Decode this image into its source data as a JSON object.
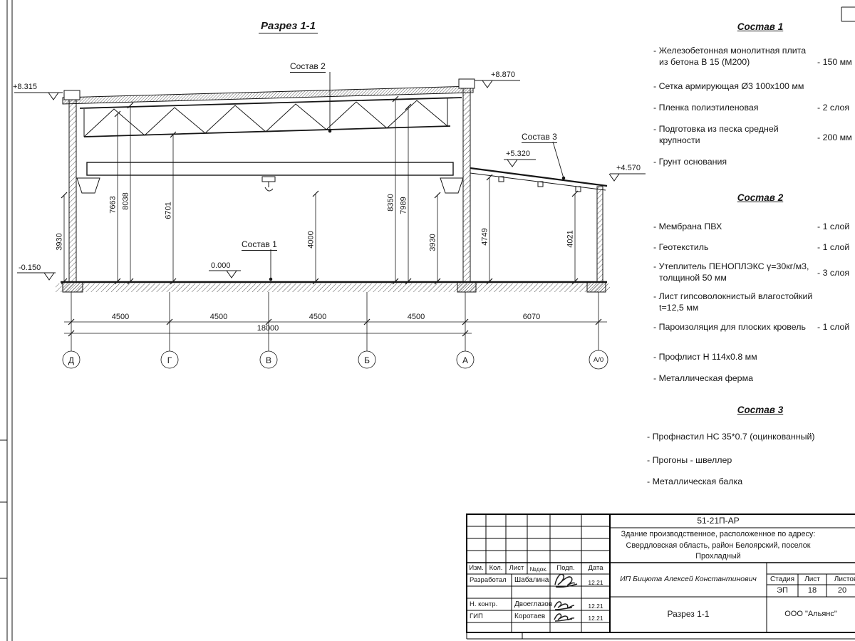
{
  "sheet": {
    "drawing_title": "Разрез 1-1"
  },
  "section": {
    "elevations": {
      "e8315": "+8.315",
      "e8870": "+8.870",
      "e5320": "+5.320",
      "e4570": "+4.570",
      "e0000": "0.000",
      "em0150": "-0.150"
    },
    "callouts": {
      "sostav1": "Состав 1",
      "sostav2": "Состав 2",
      "sostav3": "Состав 3"
    },
    "vdims": {
      "d1": "3930",
      "d2": "7663",
      "d3": "8038",
      "d4": "6701",
      "d5": "4000",
      "d6": "8350",
      "d7": "7989",
      "d8": "3930",
      "d9": "4749",
      "d10": "4021"
    },
    "hdims": {
      "s1": "4500",
      "s2": "4500",
      "s3": "4500",
      "s4": "4500",
      "s5": "6070",
      "total": "18000"
    },
    "axes": {
      "a1": "Д",
      "a2": "Г",
      "a3": "В",
      "a4": "Б",
      "a5": "А",
      "a6": "А/0"
    }
  },
  "compositions": {
    "c1": {
      "heading": "Состав 1",
      "i1a": "- Железобетонная  монолитная плита",
      "i1b": "из бетона В 15 (М200)",
      "v1": "- 150 мм",
      "i2": "- Сетка армирующая Ø3 100x100 мм",
      "i3": "- Пленка полиэтиленовая",
      "v3": "- 2 слоя",
      "i4a": "- Подготовка из песка средней",
      "i4b": "крупности",
      "v4": "- 200 мм",
      "i5": "- Грунт основания"
    },
    "c2": {
      "heading": "Состав 2",
      "i1": "- Мембрана ПВХ",
      "v1": "- 1 слой",
      "i2": "- Геотекстиль",
      "v2": "- 1 слой",
      "i3a": "- Утеплитель ПЕНОПЛЭКС γ=30кг/м3,",
      "i3b": "толщиной 50 мм",
      "v3": "- 3 слоя",
      "i4a": "- Лист гипсоволокнистый влагостойкий",
      "i4b": "t=12,5 мм",
      "i5": "- Пароизоляция для плоских кровель",
      "v5": "- 1 слой",
      "i6": "- Профлист Н 114х0.8 мм",
      "i7": "- Металлическая ферма"
    },
    "c3": {
      "heading": "Состав 3",
      "i1": "- Профнастил НС 35*0.7 (оцинкованный)",
      "i2": "- Прогоны - швеллер",
      "i3": "- Металлическая балка"
    }
  },
  "titleblock": {
    "doc_number": "51-21П-АР",
    "description": "Здание производственное, расположенное по адресу: Свердловская область, район Белоярский, поселок Прохладный",
    "cols": {
      "izm": "Изм.",
      "kol": "Кол.",
      "list": "Лист",
      "ndok": "№док.",
      "podp": "Подп.",
      "data": "Дата"
    },
    "r1": {
      "role": "Разработал",
      "name": "Шабалина",
      "date": "12.21"
    },
    "r2": {
      "role": "Н. контр.",
      "name": "Двоеглазов",
      "date": "12.21"
    },
    "r3": {
      "role": "ГИП",
      "name": "Коротаев",
      "date": "12.21"
    },
    "author": "ИП Бицюта Алексей Константинович",
    "stage": {
      "label": "Стадия",
      "value": "ЭП"
    },
    "sheet": {
      "label": "Лист",
      "value": "18"
    },
    "sheets": {
      "label": "Листов",
      "value": "20"
    },
    "drawing_name": "Разрез 1-1",
    "organization": "ООО \"Альянс\""
  }
}
